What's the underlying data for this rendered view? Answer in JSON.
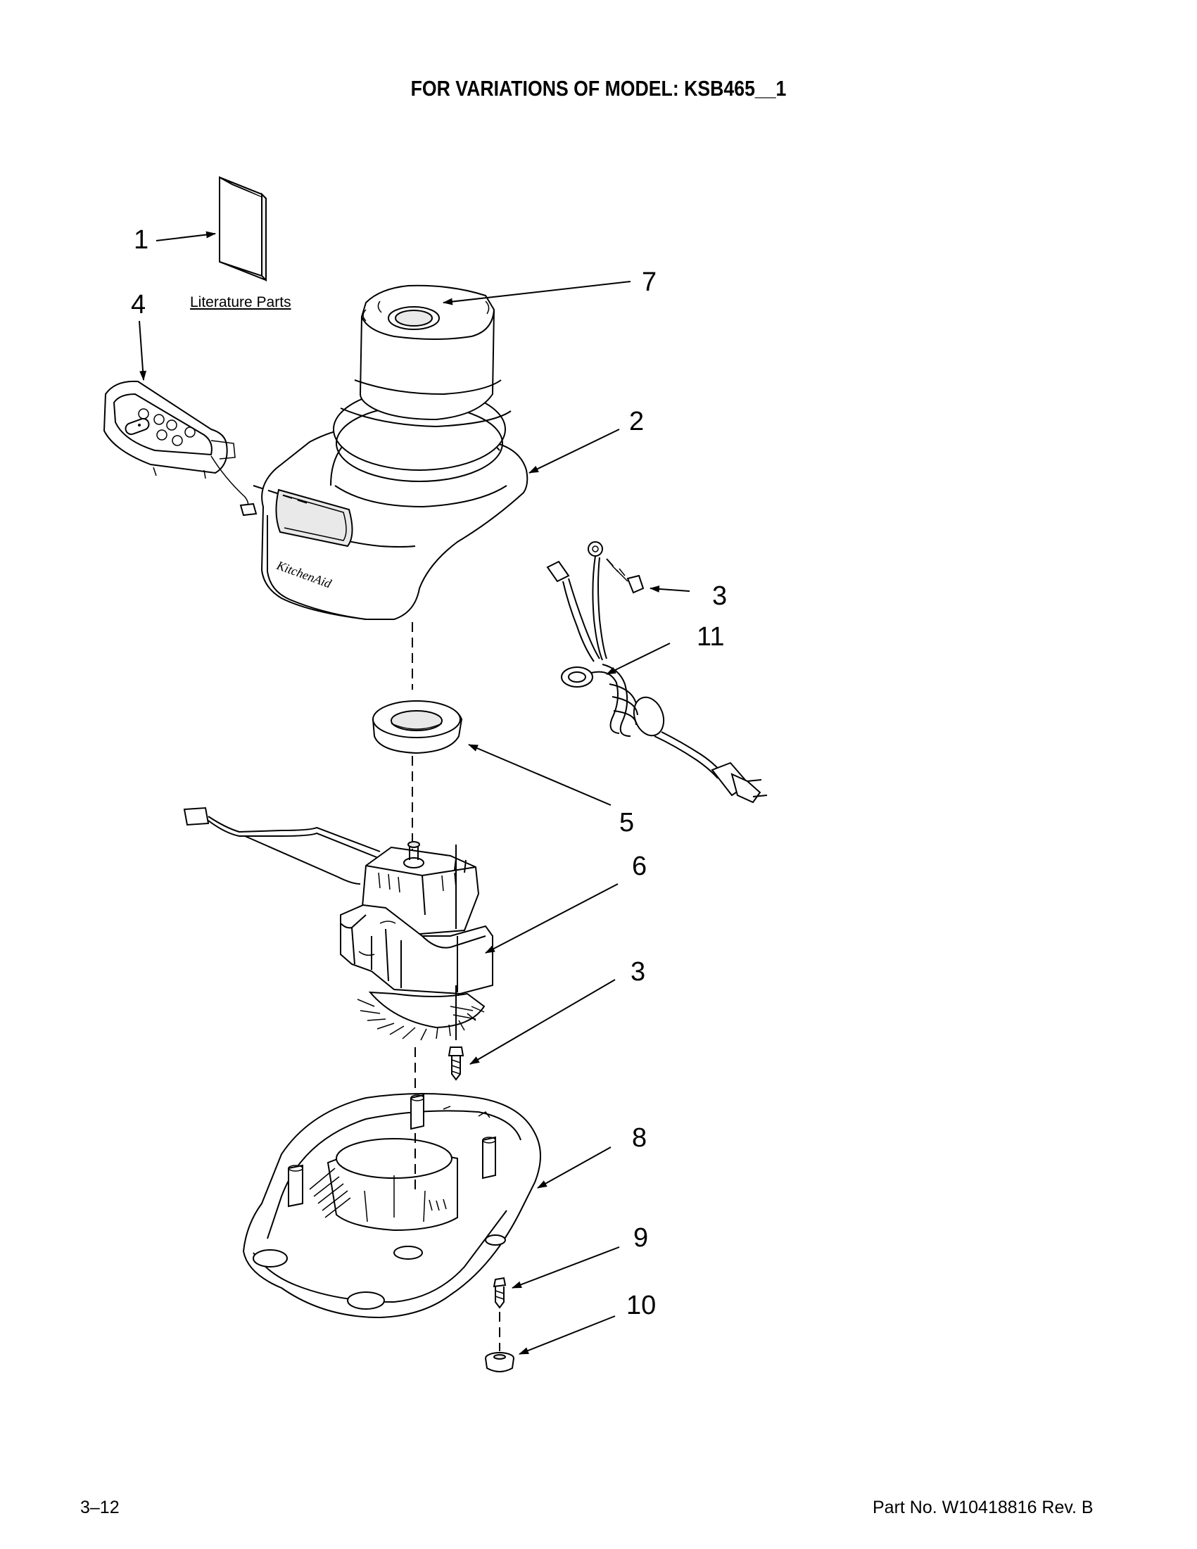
{
  "page": {
    "title": "FOR VARIATIONS OF MODEL: KSB465__1",
    "page_number": "3–12",
    "part_number": "Part No. W10418816 Rev. B"
  },
  "literature_label": "Literature Parts",
  "callouts": {
    "c1": "1",
    "c4": "4",
    "c7": "7",
    "c2": "2",
    "c3a": "3",
    "c11": "11",
    "c5": "5",
    "c6": "6",
    "c3b": "3",
    "c8": "8",
    "c9": "9",
    "c10": "10"
  }
}
